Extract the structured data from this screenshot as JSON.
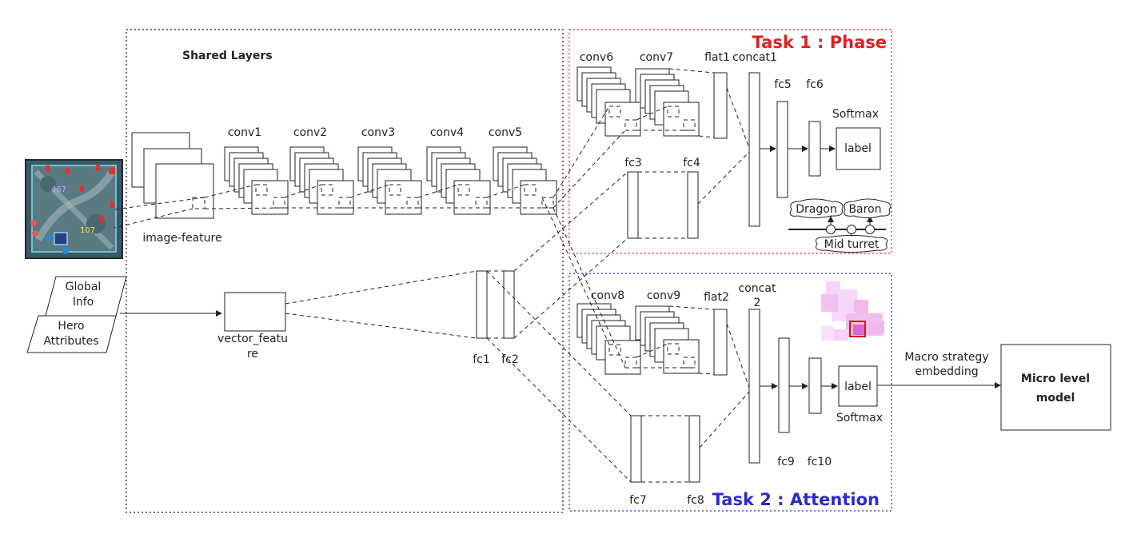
{
  "shared": {
    "title": "Shared Layers"
  },
  "task1": {
    "title": "Task 1 : Phase",
    "color": "#dd2222"
  },
  "task2": {
    "title": "Task 2 : Attention",
    "color": "#2b2bcc"
  },
  "inputs": {
    "global": [
      "Global",
      "Info"
    ],
    "hero": [
      "Hero",
      "Attributes"
    ]
  },
  "minimap_numbers": [
    "467",
    "107"
  ],
  "layers": {
    "image_feature": "image-feature",
    "vector_feature": [
      "vector_featu",
      "re"
    ],
    "conv1": "conv1",
    "conv2": "conv2",
    "conv3": "conv3",
    "conv4": "conv4",
    "conv5": "conv5",
    "conv6": "conv6",
    "conv7": "conv7",
    "conv8": "conv8",
    "conv9": "conv9",
    "flat1": "flat1",
    "flat2": "flat2",
    "concat1": "concat1",
    "concat2": [
      "concat",
      "2"
    ],
    "fc1": "fc1",
    "fc2": "fc2",
    "fc3": "fc3",
    "fc4": "fc4",
    "fc5": "fc5",
    "fc6": "fc6",
    "fc7": "fc7",
    "fc8": "fc8",
    "fc9": "fc9",
    "fc10": "fc10"
  },
  "softmax": {
    "top": "Softmax",
    "bottom": "Softmax"
  },
  "label": {
    "top": "label",
    "bottom": "label"
  },
  "phase_events": {
    "dragon": "Dragon",
    "baron": "Baron",
    "mid": "Mid turret"
  },
  "macro": [
    "Macro strategy",
    "embedding"
  ],
  "micro": [
    "Micro level",
    "model"
  ]
}
